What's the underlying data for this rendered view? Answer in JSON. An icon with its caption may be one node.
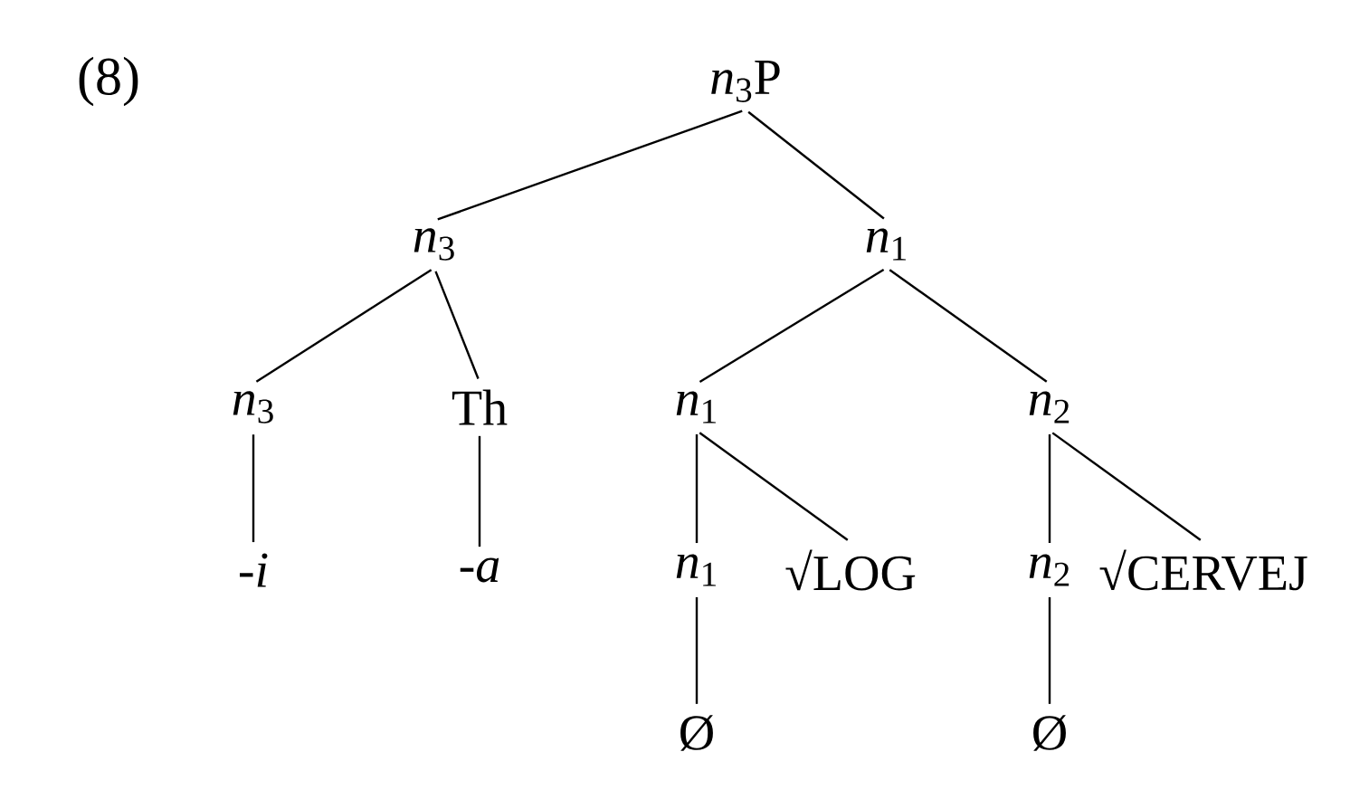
{
  "diagram": {
    "nodes": [
      {
        "text": [
          "*n*$_{3}$P"
        ]
      },
      {
        "text": [
          "*n*$_{3}$"
        ]
      },
      {
        "text": [
          "*n*$_{1}$"
        ]
      },
      {
        "text": [
          "*n*$_{3}$"
        ]
      },
      {
        "text": [
          "Th"
        ]
      },
      {
        "text": [
          "*n*$_{1}$"
        ]
      },
      {
        "text": [
          "*n*$_{2}$"
        ]
      },
      {
        "text": [
          "-*i*"
        ]
      },
      {
        "text": [
          "-*a*"
        ]
      },
      {
        "text": [
          "*n*$_{1}$"
        ]
      },
      {
        "text": [
          "√LOG"
        ]
      },
      {
        "text": [
          "*n*$_{2}$"
        ]
      },
      {
        "text": [
          "√CERVEJ"
        ]
      },
      {
        "text": [
          "Ø"
        ]
      },
      {
        "text": [
          "Ø"
        ]
      }
    ],
    "edges": [
      {
        "from": 0,
        "to": 1,
        "arrow": "none"
      },
      {
        "from": 0,
        "to": 2,
        "arrow": "none"
      },
      {
        "from": 1,
        "to": 3,
        "arrow": "none"
      },
      {
        "from": 1,
        "to": 4,
        "arrow": "none"
      },
      {
        "from": 2,
        "to": 5,
        "arrow": "none"
      },
      {
        "from": 2,
        "to": 6,
        "arrow": "none"
      },
      {
        "from": 3,
        "to": 7,
        "arrow": "none"
      },
      {
        "from": 4,
        "to": 8,
        "arrow": "none"
      },
      {
        "from": 5,
        "to": 9,
        "arrow": "none"
      },
      {
        "from": 5,
        "to": 10,
        "arrow": "none"
      },
      {
        "from": 6,
        "to": 11,
        "arrow": "none"
      },
      {
        "from": 6,
        "to": 12,
        "arrow": "none"
      },
      {
        "from": 9,
        "to": 13,
        "arrow": "none"
      },
      {
        "from": 11,
        "to": 14,
        "arrow": "none"
      }
    ],
    "labels": [
      "(8)"
    ]
  }
}
